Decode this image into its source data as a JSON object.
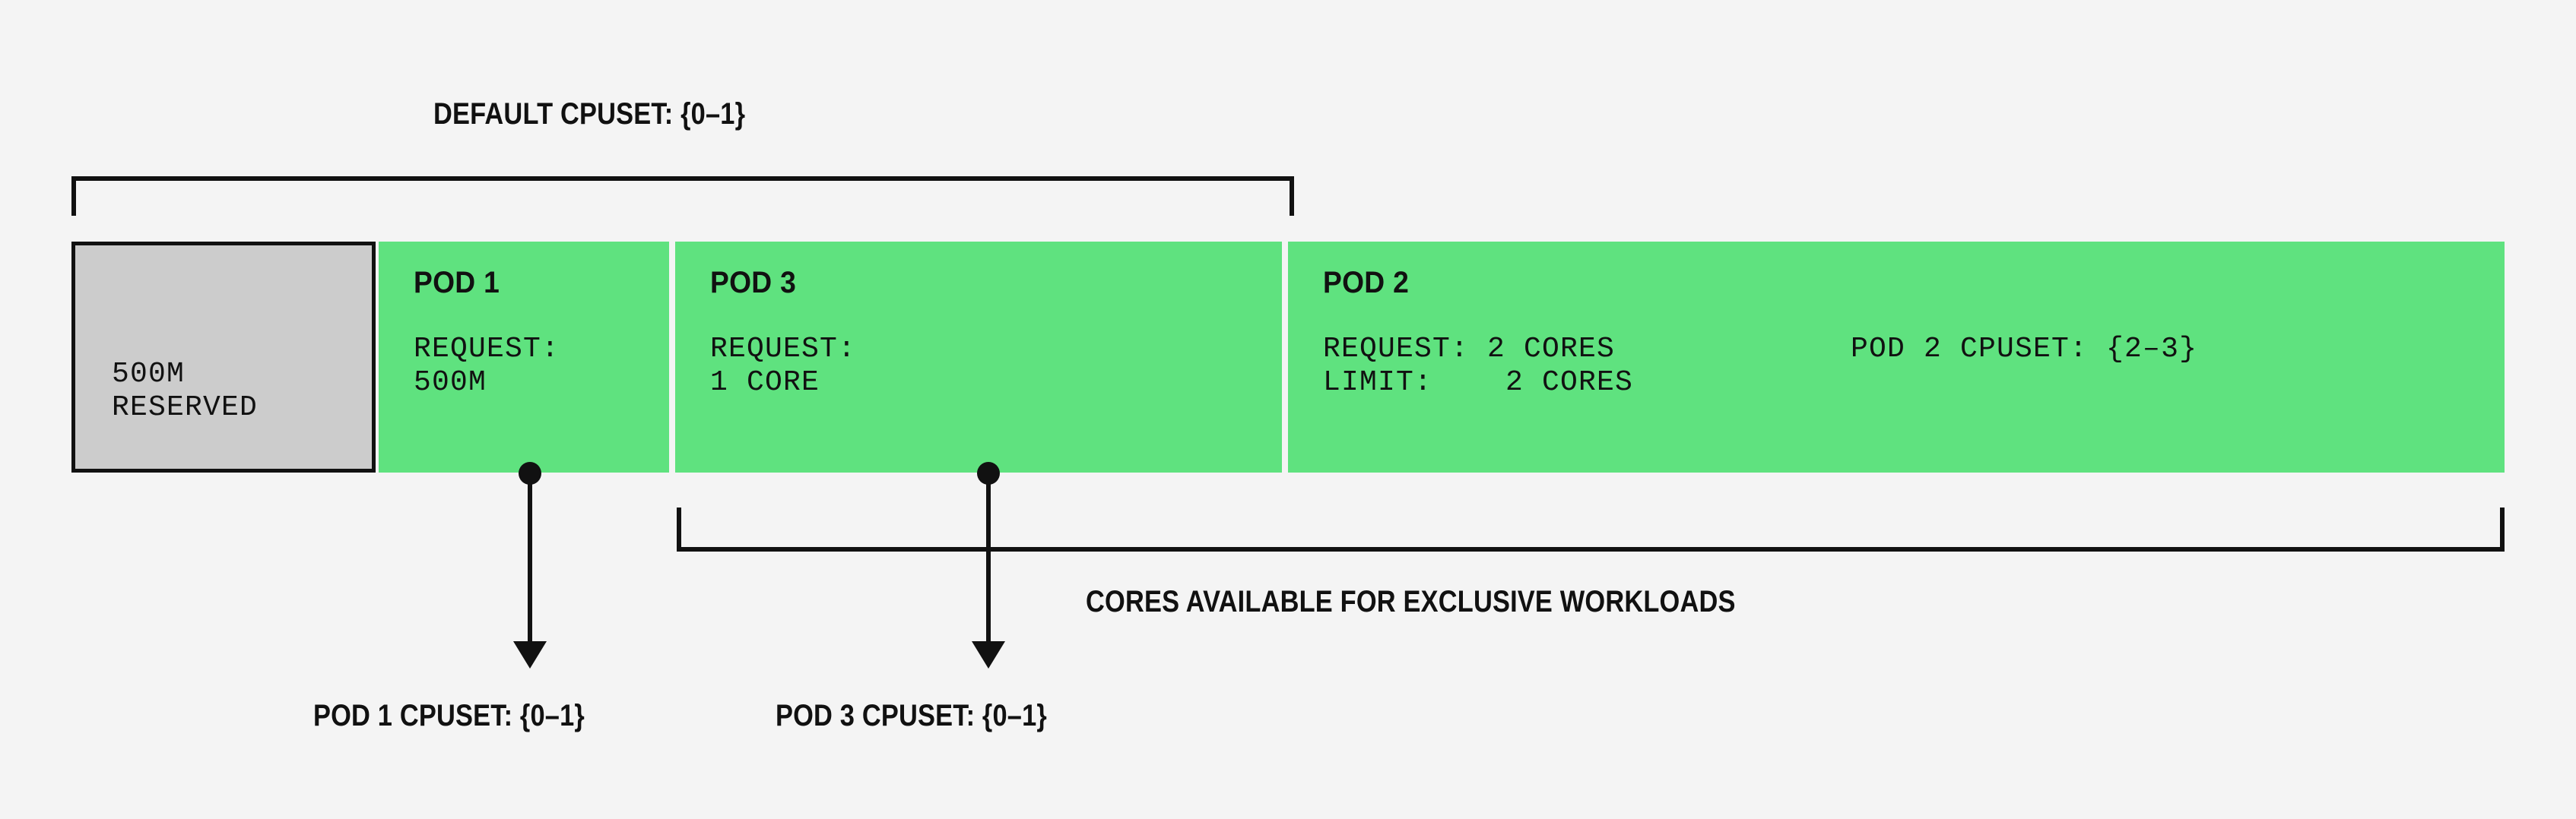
{
  "colors": {
    "background": "#F4F4F4",
    "green": "#5FE27F",
    "gray": "#CCCCCC",
    "ink": "#111111"
  },
  "top_bracket": {
    "label": "DEFAULT CPUSET: {0–1}"
  },
  "bottom_bracket": {
    "label": "CORES AVAILABLE FOR EXCLUSIVE WORKLOADS"
  },
  "bar": {
    "reserved": {
      "line1": "500M",
      "line2": "RESERVED",
      "text": "500M\nRESERVED"
    },
    "cells": [
      {
        "title": "POD 1",
        "body": "REQUEST:\n500M"
      },
      {
        "title": "POD 3",
        "body": "REQUEST:\n1 CORE"
      },
      {
        "title": "POD 2",
        "body": "REQUEST: 2 CORES\nLIMIT:    2 CORES",
        "cpuset": "POD 2 CPUSET: {2–3}"
      }
    ]
  },
  "callouts": [
    {
      "label": "POD 1 CPUSET: {0–1}"
    },
    {
      "label": "POD 3 CPUSET: {0–1}"
    }
  ]
}
